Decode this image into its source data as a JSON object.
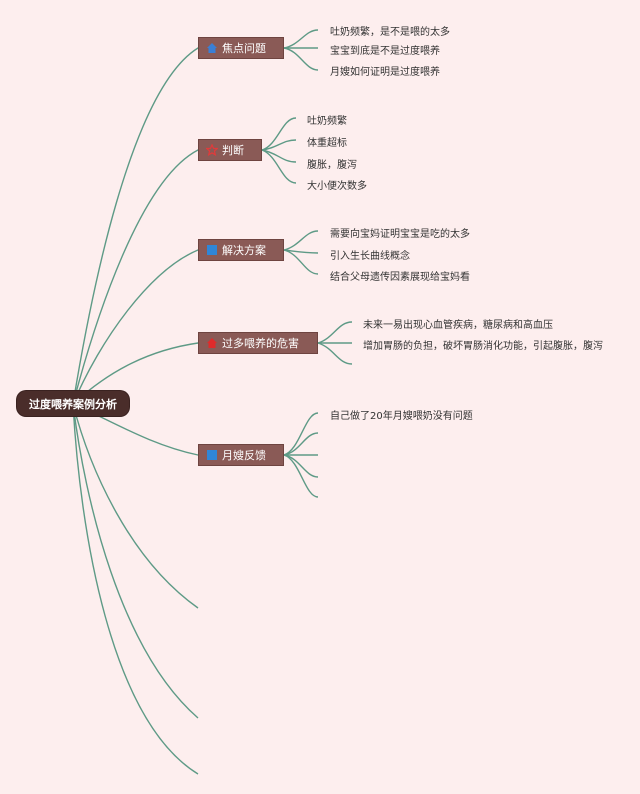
{
  "root": {
    "label": "过度喂养案例分析"
  },
  "topics": [
    {
      "label": "焦点问题",
      "icon": "house-icon",
      "icon_color": "#3a7fd6",
      "items": [
        "吐奶频繁，是不是喂的太多",
        "宝宝到底是不是过度喂养",
        "月嫂如何证明是过度喂养"
      ]
    },
    {
      "label": "判断",
      "icon": "star-outline-icon",
      "icon_color": "#e23a3a",
      "items": [
        "吐奶频繁",
        "体重超标",
        "腹胀，腹泻",
        "大小便次数多"
      ]
    },
    {
      "label": "解决方案",
      "icon": "blue-square-icon",
      "icon_color": "#2f86d8",
      "items": [
        "需要向宝妈证明宝宝是吃的太多",
        "引入生长曲线概念",
        "结合父母遗传因素展现给宝妈看"
      ]
    },
    {
      "label": "过多喂养的危害",
      "icon": "red-house-icon",
      "icon_color": "#e02b2b",
      "items": [
        "未来一易出现心血管疾病，糖尿病和高血压",
        "增加胃肠的负担，破坏胃肠消化功能，引起腹胀，腹泻"
      ]
    },
    {
      "label": "月嫂反馈",
      "icon": "blue-square-icon",
      "icon_color": "#2f86d8",
      "items": [
        "自己做了20年月嫂喂奶没有问题"
      ]
    }
  ],
  "colors": {
    "background": "#fdeeee",
    "connector": "#5e9a86",
    "root_fill": "#4a2d2a",
    "topic_fill": "#8a5a56"
  }
}
